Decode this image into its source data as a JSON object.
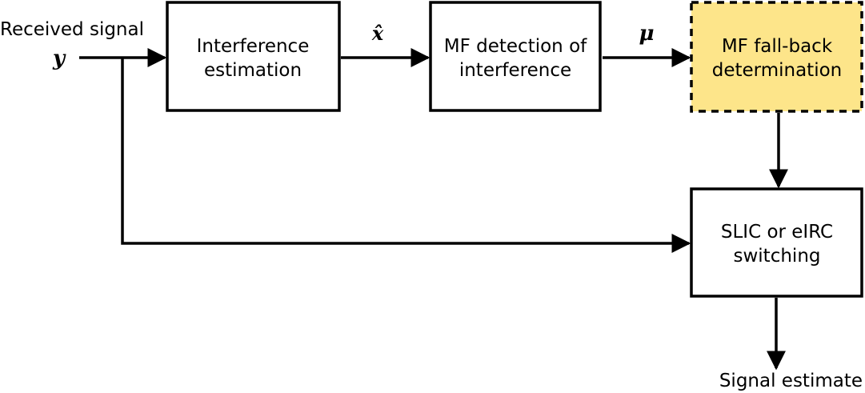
{
  "input": {
    "label": "Received signal",
    "symbol": "y"
  },
  "blocks": {
    "interference_estimation": [
      "Interference",
      "estimation"
    ],
    "mf_detection": [
      "MF detection of",
      "interference"
    ],
    "mf_fallback": [
      "MF fall-back",
      "determination"
    ],
    "slic_switching": [
      "SLIC or eIRC",
      "switching"
    ]
  },
  "edge_labels": {
    "x_hat": "x̂",
    "mu": "μ"
  },
  "output": {
    "label": "Signal estimate"
  },
  "colors": {
    "highlight_fill": "#fde58a",
    "stroke": "#000000"
  }
}
